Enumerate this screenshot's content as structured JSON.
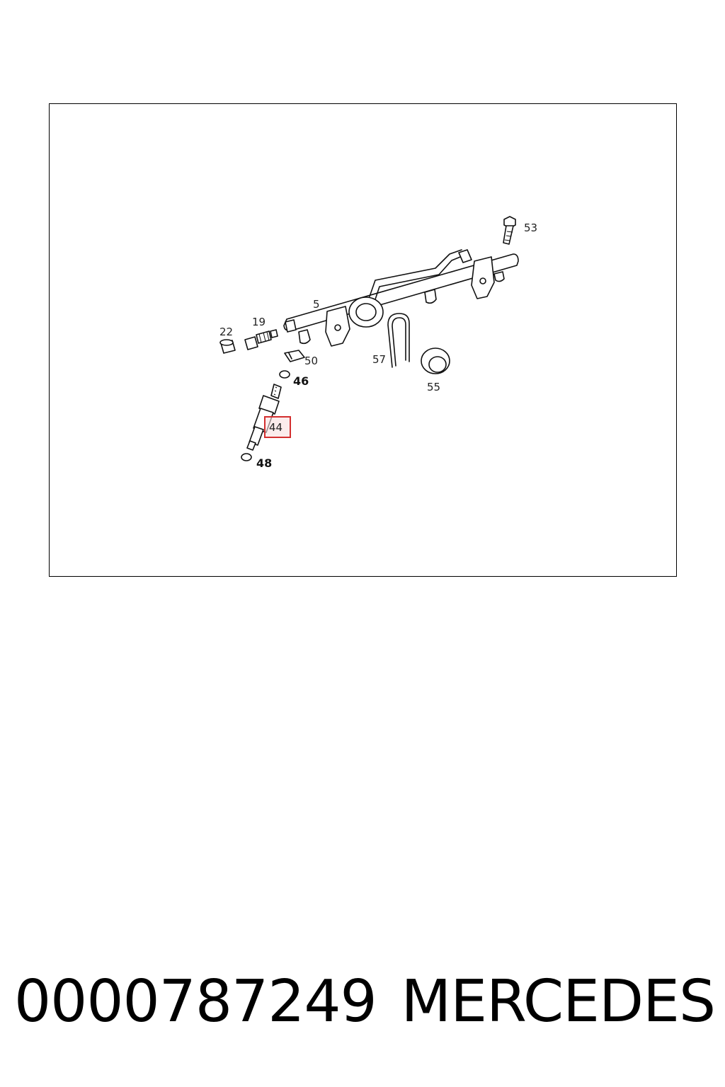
{
  "diagram": {
    "labels": {
      "l53": "53",
      "l5": "5",
      "l19": "19",
      "l22": "22",
      "l50": "50",
      "l46": "46",
      "l57": "57",
      "l55": "55",
      "l44": "44",
      "l48": "48"
    },
    "highlight_color": "#d32f2f",
    "highlight_fill": "#f8e0e0"
  },
  "footer": {
    "part_number": "0000787249",
    "brand": "MERCEDES"
  }
}
